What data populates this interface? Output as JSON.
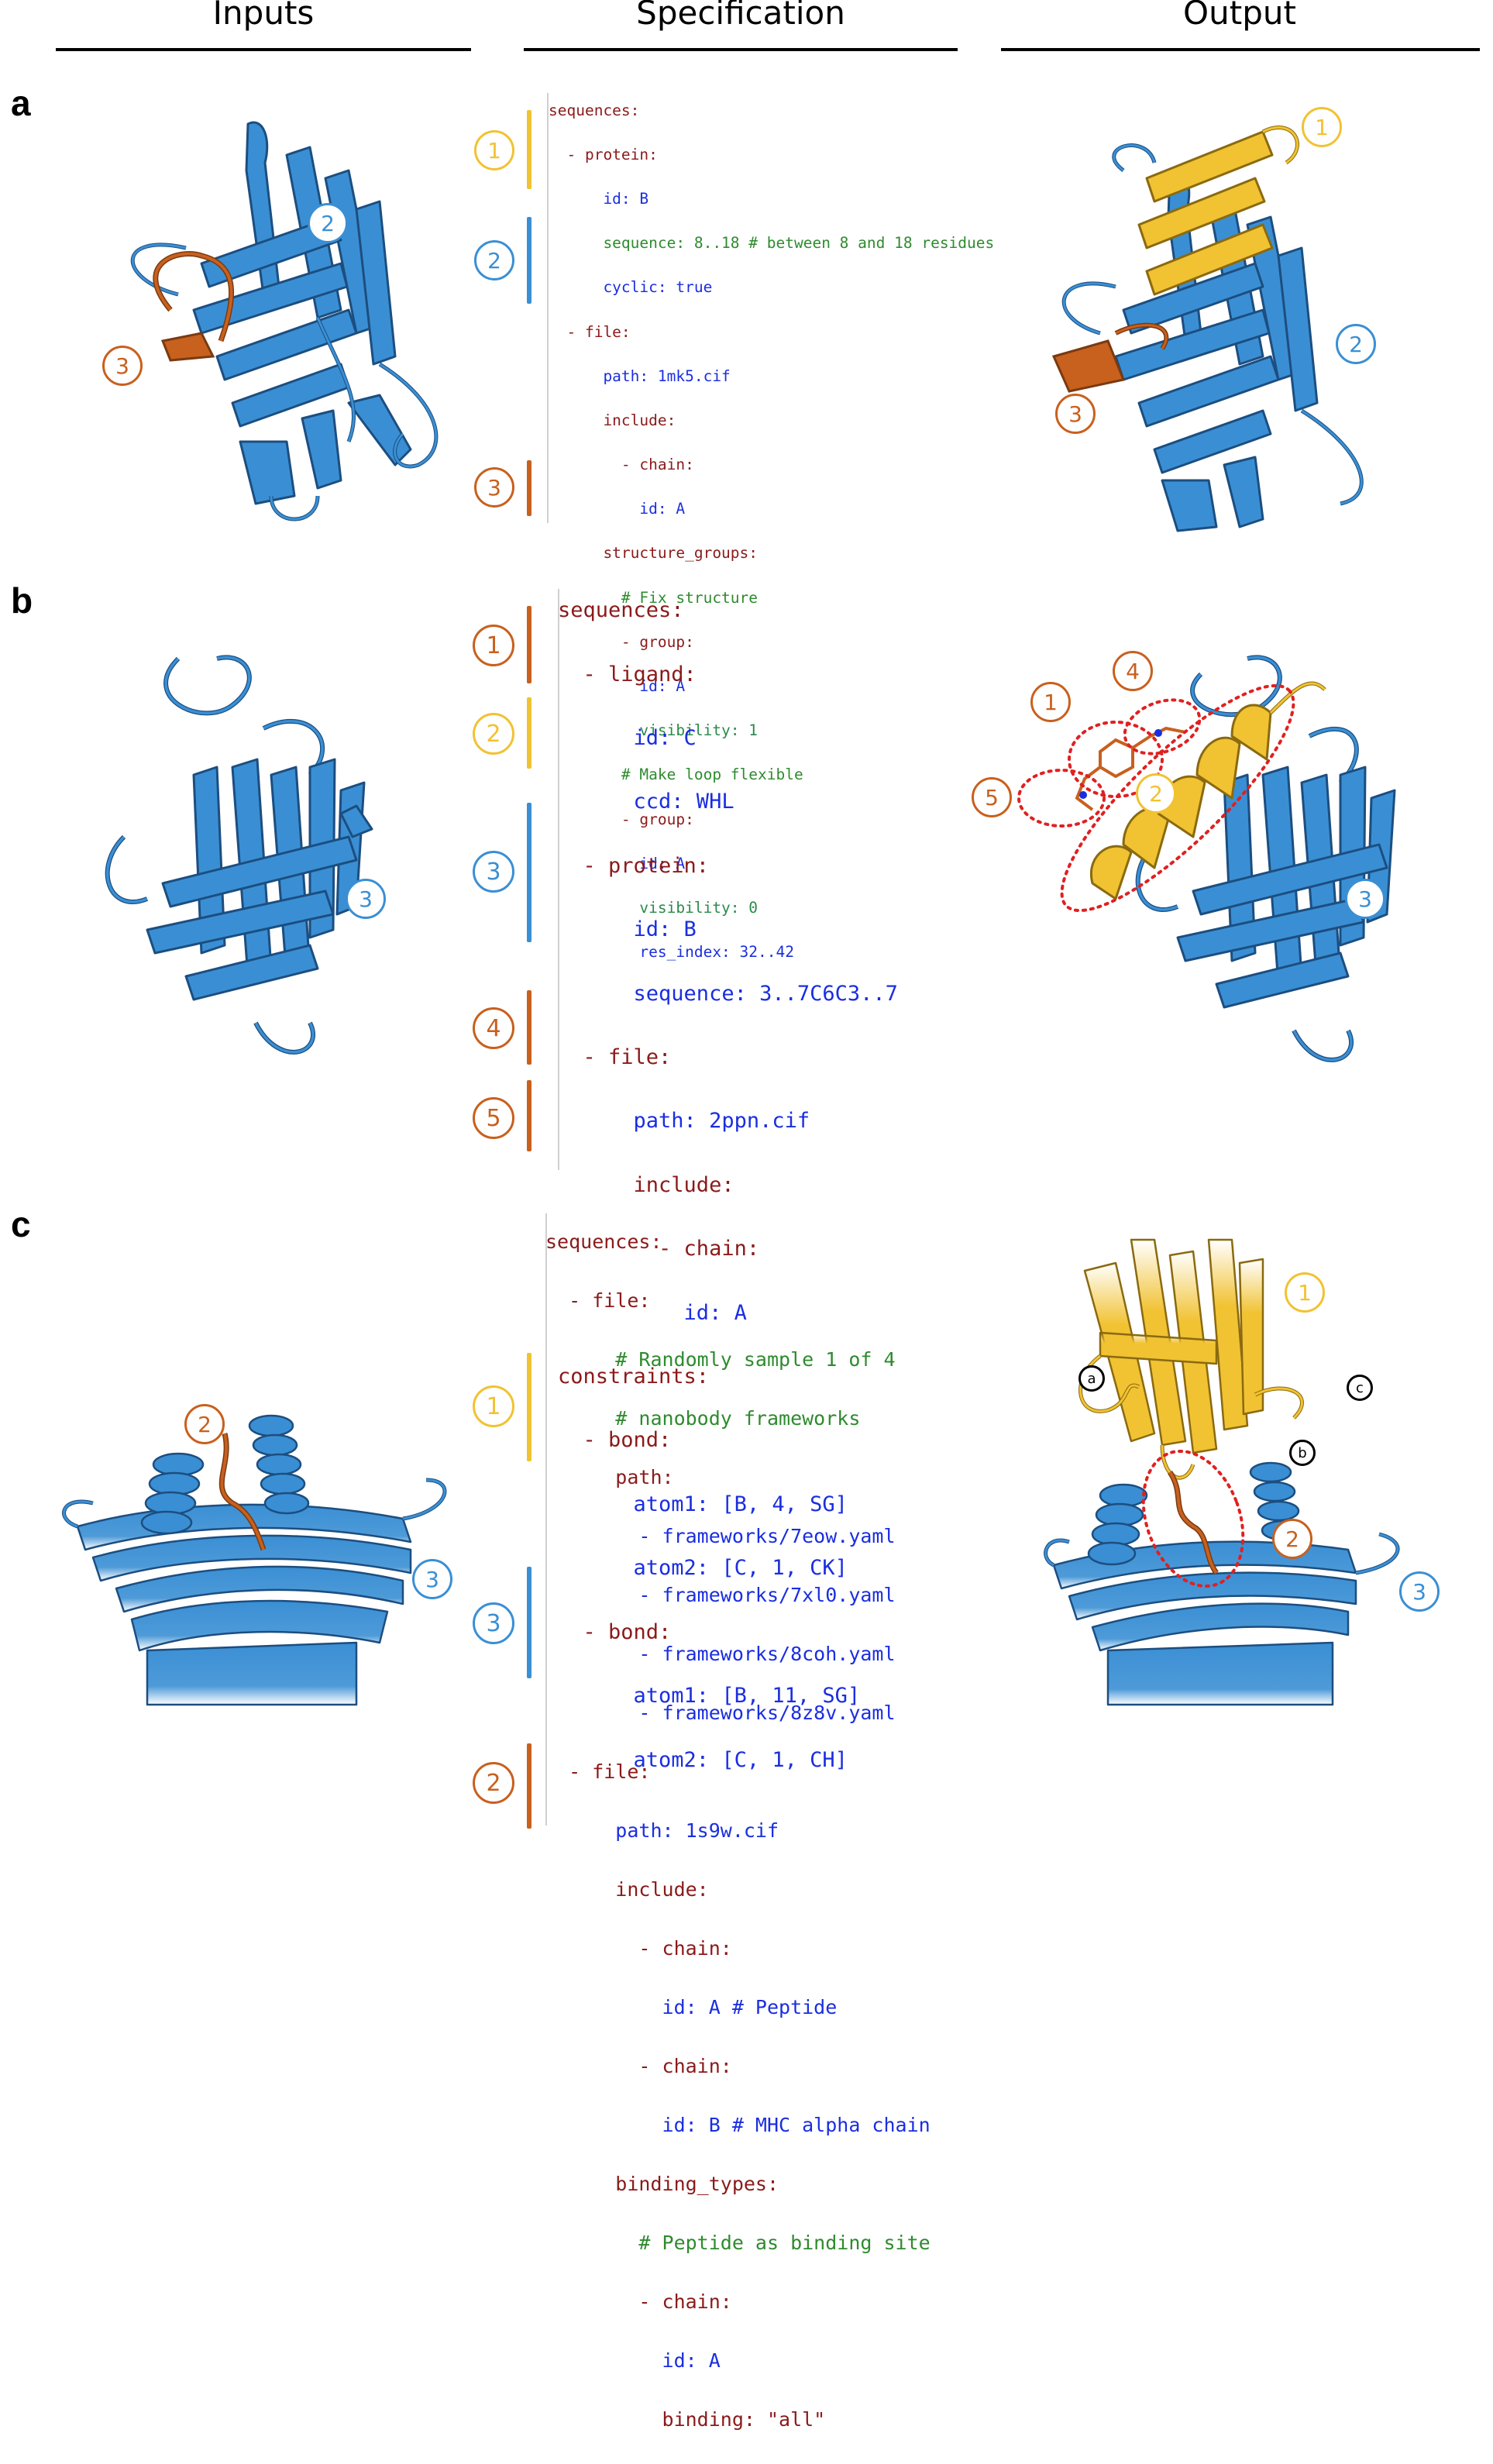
{
  "headers": {
    "inputs": "Inputs",
    "specification": "Specification",
    "output": "Output"
  },
  "colors": {
    "yellow": "#f1c232",
    "blue": "#3a8fd4",
    "orange": "#c8601e",
    "keyword": "#8b1a1a",
    "value": "#1a2ee0",
    "comment": "#2e8b2e",
    "number": "#2a8a4a"
  },
  "panels": {
    "a": {
      "letter": "a",
      "inputs_labels": [
        "2",
        "3"
      ],
      "outputs_labels": [
        "1",
        "2",
        "3"
      ],
      "markers": [
        "1",
        "2",
        "3"
      ],
      "code": [
        "sequences:",
        "  - protein:",
        "      id: B",
        "      sequence: 8..18 # between 8 and 18 residues",
        "      cyclic: true",
        "  - file:",
        "      path: 1mk5.cif",
        "      include:",
        "        - chain:",
        "          id: A",
        "      structure_groups:",
        "        # Fix structure",
        "        - group:",
        "          id: A",
        "          visibility: 1",
        "        # Make loop flexible",
        "        - group:",
        "          id: A",
        "          visibility: 0",
        "          res_index: 32..42"
      ]
    },
    "b": {
      "letter": "b",
      "inputs_labels": [
        "3"
      ],
      "outputs_labels": [
        "1",
        "4",
        "5",
        "2",
        "3"
      ],
      "markers": [
        "1",
        "2",
        "3",
        "4",
        "5"
      ],
      "code": [
        "sequences:",
        "  - ligand:",
        "      id: C",
        "      ccd: WHL",
        "  - protein:",
        "      id: B",
        "      sequence: 3..7C6C3..7",
        "  - file:",
        "      path: 2ppn.cif",
        "      include:",
        "        - chain:",
        "          id: A",
        "constraints:",
        "  - bond:",
        "      atom1: [B, 4, SG]",
        "      atom2: [C, 1, CK]",
        "  - bond:",
        "      atom1: [B, 11, SG]",
        "      atom2: [C, 1, CH]"
      ]
    },
    "c": {
      "letter": "c",
      "inputs_labels": [
        "2",
        "3"
      ],
      "outputs_labels": [
        "1",
        "a",
        "c",
        "b",
        "2",
        "3"
      ],
      "markers": [
        "1",
        "3",
        "2"
      ],
      "code": [
        "sequences:",
        "  - file:",
        "      # Randomly sample 1 of 4",
        "      # nanobody frameworks",
        "      path:",
        "        - frameworks/7eow.yaml",
        "        - frameworks/7xl0.yaml",
        "        - frameworks/8coh.yaml",
        "        - frameworks/8z8v.yaml",
        "  - file:",
        "      path: 1s9w.cif",
        "      include:",
        "        - chain:",
        "          id: A # Peptide",
        "        - chain:",
        "          id: B # MHC alpha chain",
        "      binding_types:",
        "        # Peptide as binding site",
        "        - chain:",
        "          id: A",
        "          binding: \"all\""
      ]
    }
  }
}
